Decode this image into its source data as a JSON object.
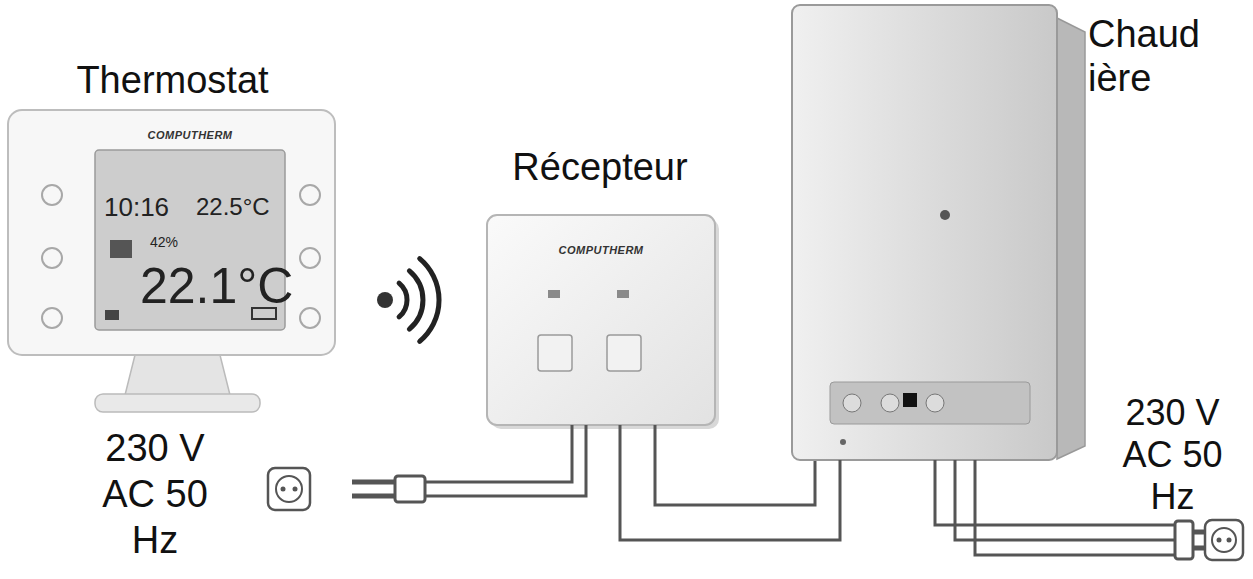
{
  "diagram": {
    "nodes": [
      {
        "text": [
          "Thermostat"
        ]
      },
      {
        "text": [
          "Récepteur"
        ]
      },
      {
        "text": [
          "Chaud ière"
        ]
      }
    ],
    "edges": [
      {
        "from": 1,
        "to": 2,
        "arrow": "none"
      }
    ],
    "labels": [
      "230 V AC 50 Hz",
      "230 V AC 50 Hz",
      "COMPUTHERM",
      "10:16",
      "22.5°C",
      "42%",
      "22.1°C",
      "COMPUTHERM"
    ]
  }
}
